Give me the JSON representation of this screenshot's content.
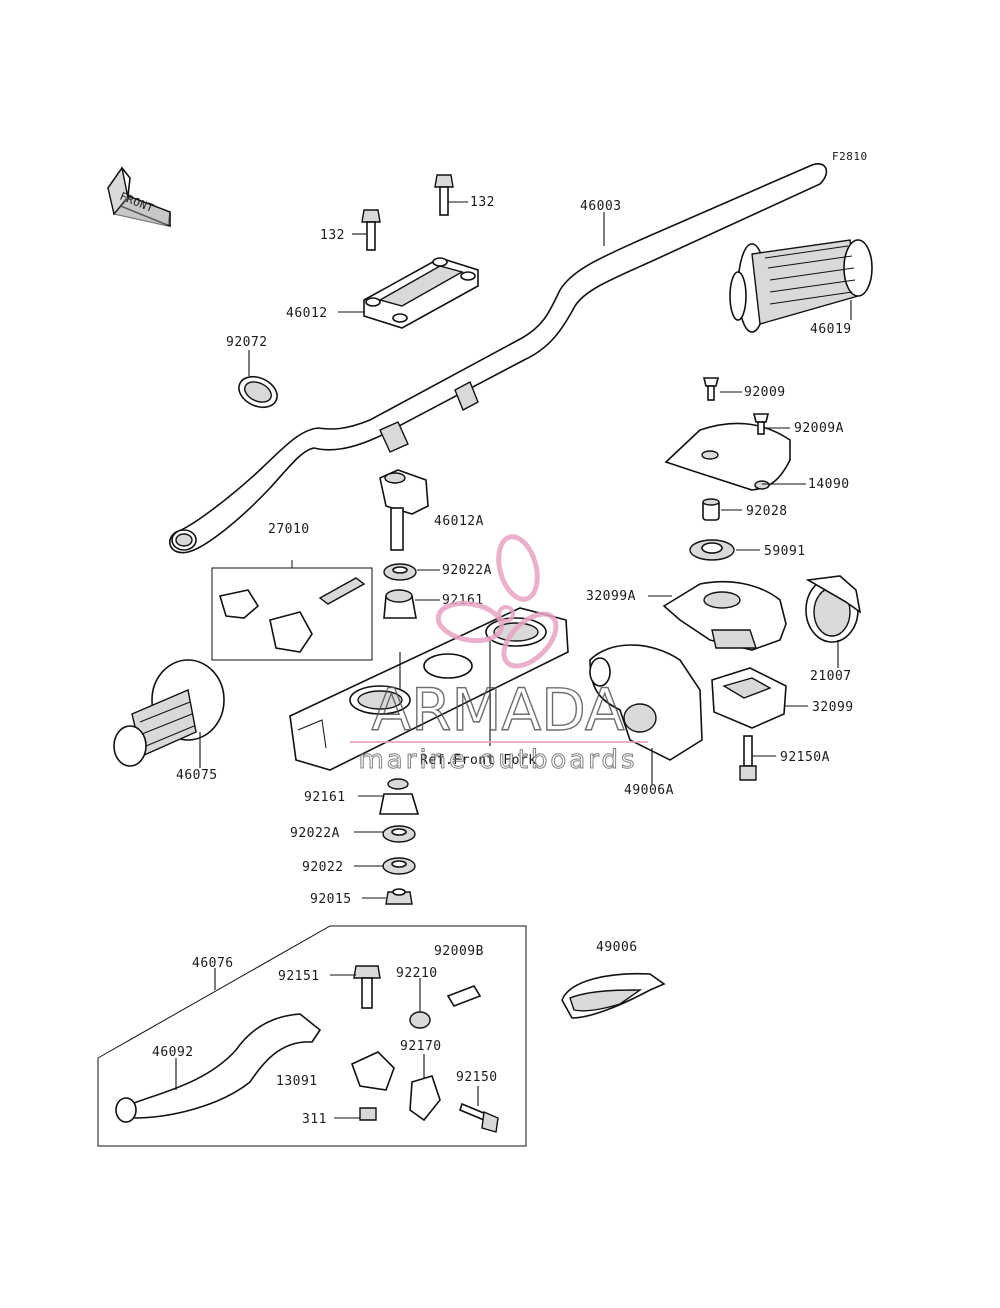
{
  "diagram": {
    "code": "F2810",
    "front_label": "FRONT",
    "reference_note": "Ref.Front Fork",
    "labels": {
      "p132a": "132",
      "p132b": "132",
      "p46003": "46003",
      "p46012": "46012",
      "p46019": "46019",
      "p92072": "92072",
      "p92009": "92009",
      "p92009A": "92009A",
      "p14090": "14090",
      "p92028": "92028",
      "p46012A": "46012A",
      "p27010": "27010",
      "p92022A_top": "92022A",
      "p92161_top": "92161",
      "p59091": "59091",
      "p32099A": "32099A",
      "p21007": "21007",
      "p32099": "32099",
      "p92150A": "92150A",
      "p46075": "46075",
      "p49006A": "49006A",
      "p92161_bot": "92161",
      "p92022A_bot": "92022A",
      "p92022": "92022",
      "p92015": "92015",
      "p49006": "49006",
      "p46076": "46076",
      "p92009B": "92009B",
      "p92151": "92151",
      "p92210": "92210",
      "p46092": "46092",
      "p92170": "92170",
      "p13091": "13091",
      "p92150": "92150",
      "p311": "311"
    }
  },
  "watermark": {
    "brand": "ARMADA",
    "tagline": "marine outboards",
    "accent_color": "#e8a3c4"
  }
}
